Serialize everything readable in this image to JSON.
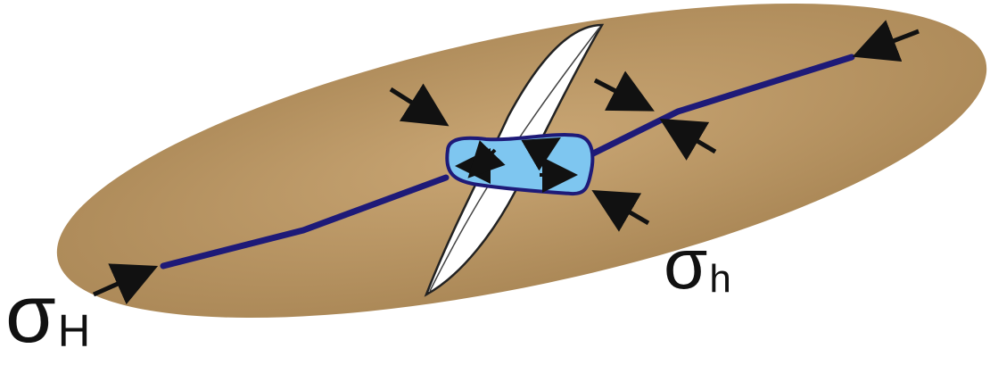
{
  "labels": {
    "max_stress": {
      "symbol": "σ",
      "subscript": "H"
    },
    "min_stress": {
      "symbol": "σ",
      "subscript": "h"
    }
  },
  "colors": {
    "background": "#ffffff",
    "rock_body": "#b08c5c",
    "rock_body_light": "#c9a674",
    "fracture_line": "#1e1a78",
    "borehole_fill": "#7ec6f0",
    "borehole_outline": "#1e1a78",
    "arrow": "#111111",
    "crack_fill": "#ffffff",
    "crack_outline": "#222222"
  }
}
